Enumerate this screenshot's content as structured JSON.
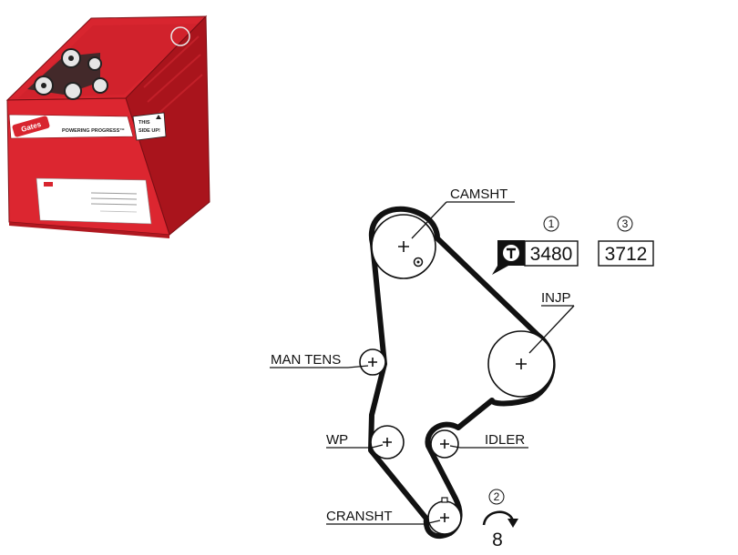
{
  "product_box": {
    "brand": "Gates",
    "slogan": "POWERING PROGRESS™",
    "orientation_label_1": "THIS",
    "orientation_label_2": "SIDE UP!",
    "colors": {
      "red": "#d8252f",
      "dark_red": "#9e1219",
      "white": "#ffffff",
      "black": "#111111"
    }
  },
  "diagram": {
    "pulleys": [
      {
        "id": "camshaft",
        "label": "CAMSHT"
      },
      {
        "id": "injection-pump",
        "label": "INJP"
      },
      {
        "id": "manual-tensioner",
        "label": "MAN TENS"
      },
      {
        "id": "water-pump",
        "label": "WP"
      },
      {
        "id": "idler",
        "label": "IDLER"
      },
      {
        "id": "crankshaft",
        "label": "CRANSHT"
      }
    ],
    "callouts": [
      {
        "marker": "1",
        "value": "3480",
        "icon": "tension-t-icon"
      },
      {
        "marker": "3",
        "value": "3712"
      }
    ],
    "torque_note": {
      "marker": "2",
      "value": "8",
      "icon": "rotation-arrow-icon"
    },
    "belt_color": "#111111"
  }
}
